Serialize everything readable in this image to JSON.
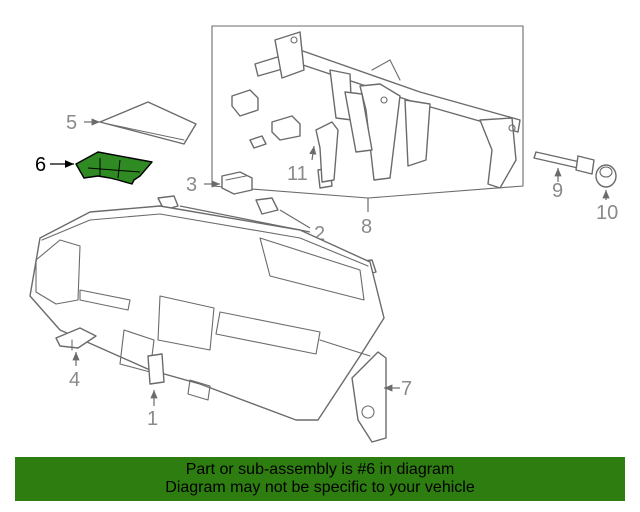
{
  "callouts": {
    "n1": "1",
    "n2": "2",
    "n3": "3",
    "n4": "4",
    "n5": "5",
    "n6": "6",
    "n7": "7",
    "n8": "8",
    "n9": "9",
    "n10": "10",
    "n11": "11"
  },
  "highlight": {
    "part_number": "6",
    "color": "#2f8a23"
  },
  "banner": {
    "line1": "Part or sub-assembly is #6 in diagram",
    "line2": "Diagram may not be specific to your vehicle",
    "color": "#2e7d10"
  }
}
